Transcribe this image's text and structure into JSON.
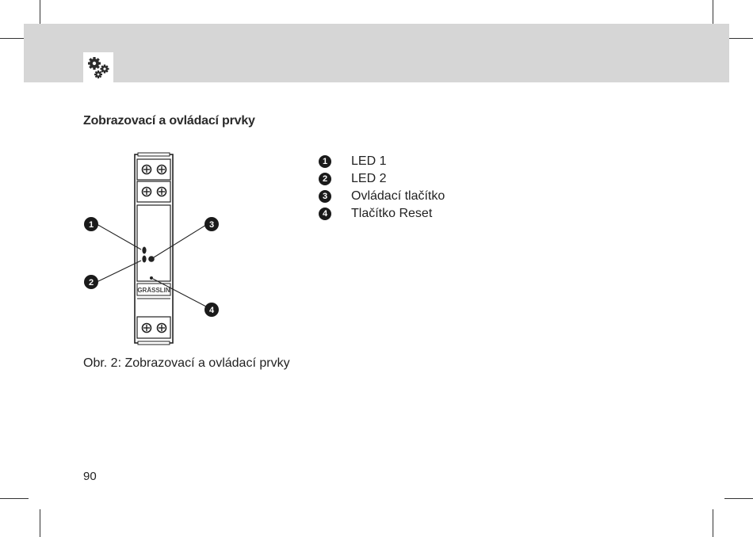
{
  "section_title": "Zobrazovací a ovládací prvky",
  "device_brand": "GRÄSSLIN",
  "callouts": [
    "1",
    "2",
    "3",
    "4"
  ],
  "legend": [
    {
      "number": "1",
      "label": "LED 1"
    },
    {
      "number": "2",
      "label": "LED 2"
    },
    {
      "number": "3",
      "label": "Ovládací tlačítko"
    },
    {
      "number": "4",
      "label": "Tlačítko Reset"
    }
  ],
  "caption": "Obr. 2: Zobrazovací a ovládací prvky",
  "page_number": "90",
  "colors": {
    "header_band": "#d6d6d6",
    "text": "#222222",
    "callout": "#1a1a1a"
  },
  "icons": {
    "header": "gears-icon"
  }
}
